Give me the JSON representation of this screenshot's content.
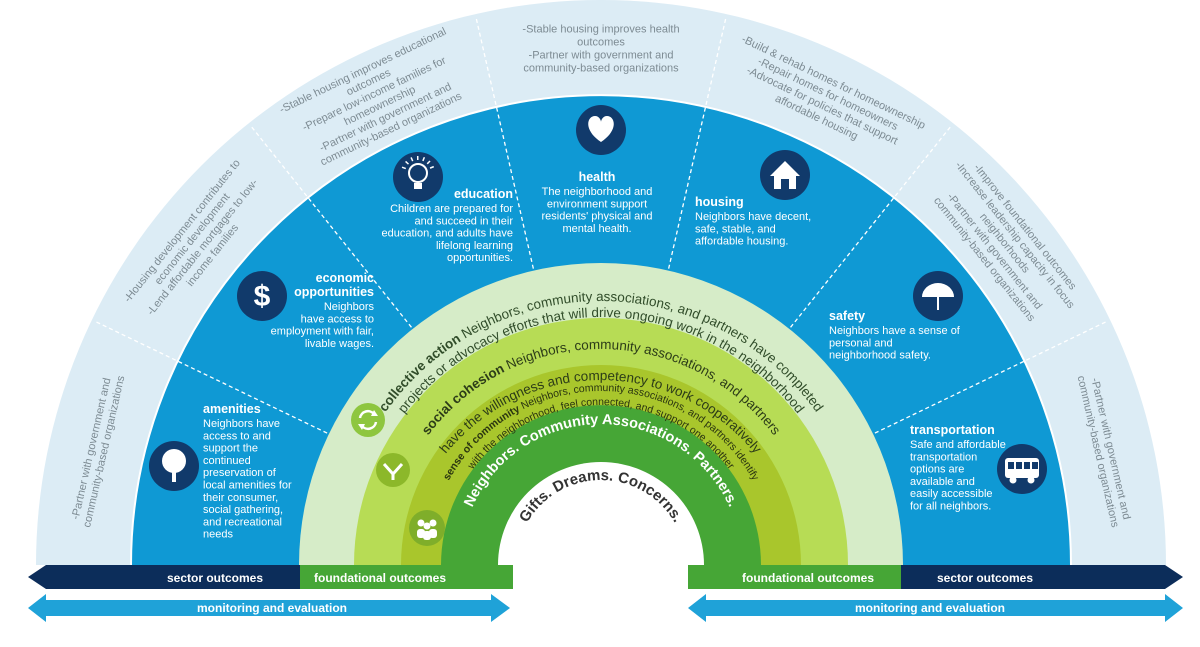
{
  "colors": {
    "outer_band": "#dcecf5",
    "sector_band": "#0f99d4",
    "band_collective": "#d6ecc8",
    "band_social": "#b7dc55",
    "band_sense": "#a9c62c",
    "band_core": "#46a636",
    "center": "#ffffff",
    "icon_circle": "#113a6b",
    "dark_bar": "#0c2d5a",
    "light_bar": "#1fa2d8",
    "green_bar": "#46a636"
  },
  "sectors": [
    {
      "id": "amenities",
      "icon": "tree-icon",
      "title": "amenities",
      "body": [
        "Neighbors have",
        "access to and",
        "support the",
        "continued",
        "preservation of",
        "local amenities for",
        "their consumer,",
        "social gathering,",
        "and recreational",
        "needs"
      ],
      "outer": [
        "-Partner with government and",
        "community-based organizations"
      ]
    },
    {
      "id": "economic",
      "icon": "dollar-icon",
      "title": [
        "economic",
        "opportunities"
      ],
      "body": [
        "Neighbors",
        "have access to",
        "employment with fair,",
        "livable wages."
      ],
      "outer": [
        "-Housing development contributes to",
        "economic development",
        "-Lend affordable mortgages to low-",
        "income families"
      ]
    },
    {
      "id": "education",
      "icon": "lightbulb-icon",
      "title": "education",
      "body": [
        "Children are prepared for",
        "and succeed in their",
        "education, and adults have",
        "lifelong learning",
        "opportunities."
      ],
      "outer": [
        "-Stable housing improves educational",
        "outcomes",
        "-Prepare low-income families for",
        "homeownership",
        "-Partner with government and",
        "community-based organizations"
      ]
    },
    {
      "id": "health",
      "icon": "heart-icon",
      "title": "health",
      "body": [
        "The neighborhood and",
        "environment support",
        "residents' physical and",
        "mental health."
      ],
      "outer": [
        "-Stable housing improves health",
        "outcomes",
        "-Partner with government and",
        "community-based organizations"
      ]
    },
    {
      "id": "housing",
      "icon": "house-icon",
      "title": "housing",
      "body": [
        "Neighbors have decent,",
        "safe, stable, and",
        "affordable housing."
      ],
      "outer": [
        "-Build & rehab homes for homeownership",
        "-Repair homes for homeowners",
        "-Advocate for policies that support",
        "affordable housing"
      ]
    },
    {
      "id": "safety",
      "icon": "umbrella-icon",
      "title": "safety",
      "body": [
        "Neighbors have a sense of",
        "personal and",
        "neighborhood safety."
      ],
      "outer": [
        "-Improve foundational outcomes",
        "-Increase leadership capacity in focus",
        "neighborhoods",
        "-Partner with government and",
        "community-based organizations"
      ]
    },
    {
      "id": "transportation",
      "icon": "bus-icon",
      "title": "transportation",
      "body": [
        "Safe and affordable",
        "transportation",
        "options are",
        "available and",
        "easily accessible",
        "for all neighbors."
      ],
      "outer": [
        "-Partner with government and",
        "community-based organizations"
      ]
    }
  ],
  "bands": {
    "collective": {
      "title": "collective action",
      "line1": " Neighbors, community associations, and partners have completed",
      "line2": "projects or advocacy efforts that will drive ongoing work in the neighborhood"
    },
    "social": {
      "title": "social cohesion",
      "line1": " Neighbors, community associations, and partners",
      "line2": "have the willingness and competency to work cooperatively"
    },
    "sense": {
      "title": "sense of community",
      "line1": " Neighbors, community associations, and partners identify",
      "line2": "with the neighborhood, feel connected, and support one another"
    },
    "core": "Neighbors. Community Associations. Partners.",
    "center": "Gifts. Dreams. Concerns."
  },
  "bottom": {
    "sector_outcomes_left": "sector outcomes",
    "foundational_left": "foundational outcomes",
    "foundational_right": "foundational outcomes",
    "sector_outcomes_right": "sector outcomes",
    "monitoring_left": "monitoring and evaluation",
    "monitoring_right": "monitoring and evaluation"
  }
}
